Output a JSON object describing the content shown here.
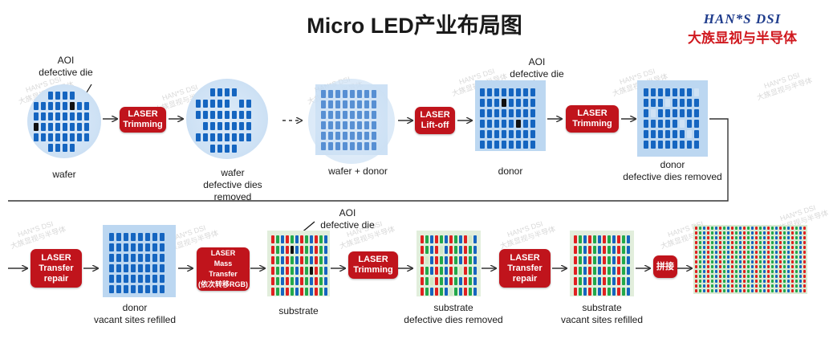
{
  "title": "Micro LED产业布局图",
  "logo": {
    "en": "HAN*S DSI",
    "cn": "大族显视与半导体"
  },
  "colors": {
    "laser_red": "#c0141c",
    "die_blue": "#1565c0",
    "panel_blue": "#bcd7f1",
    "vacant_die": "#cfe2f5",
    "red_die": "#e02020",
    "green_die": "#22a84a",
    "substrate": "#e2eedc"
  },
  "row1": {
    "aoi_left": {
      "line1": "AOI",
      "line2": "defective die"
    },
    "aoi_right": {
      "line1": "AOI",
      "line2": "defective die"
    },
    "laser1": {
      "line1": "LASER",
      "line2": "Trimming"
    },
    "laser2": {
      "line1": "LASER",
      "line2": "Lift-off"
    },
    "laser3": {
      "line1": "LASER",
      "line2": "Trimming"
    },
    "captions": {
      "wafer": "wafer",
      "wafer_removed": [
        "wafer",
        "defective dies",
        "removed"
      ],
      "wafer_donor": "wafer + donor",
      "donor": "donor",
      "donor_removed": [
        "donor",
        "defective dies removed"
      ]
    }
  },
  "row2": {
    "aoi": {
      "line1": "AOI",
      "line2": "defective die"
    },
    "laser1": [
      "LASER",
      "Transfer",
      "repair"
    ],
    "laser2": [
      "LASER",
      "Mass",
      "Transfer",
      "(依次转移RGB)"
    ],
    "laser3": [
      "LASER",
      "Trimming"
    ],
    "laser4": [
      "LASER",
      "Transfer",
      "repair"
    ],
    "stitch": "拼接",
    "captions": {
      "donor_refilled": [
        "donor",
        "vacant sites refilled"
      ],
      "substrate": "substrate",
      "substrate_removed": [
        "substrate",
        "defective dies removed"
      ],
      "substrate_refilled": [
        "substrate",
        "vacant sites refilled"
      ]
    }
  },
  "watermark": {
    "line1": "HAN*S DSI",
    "line2": "大族显视与半导体"
  }
}
